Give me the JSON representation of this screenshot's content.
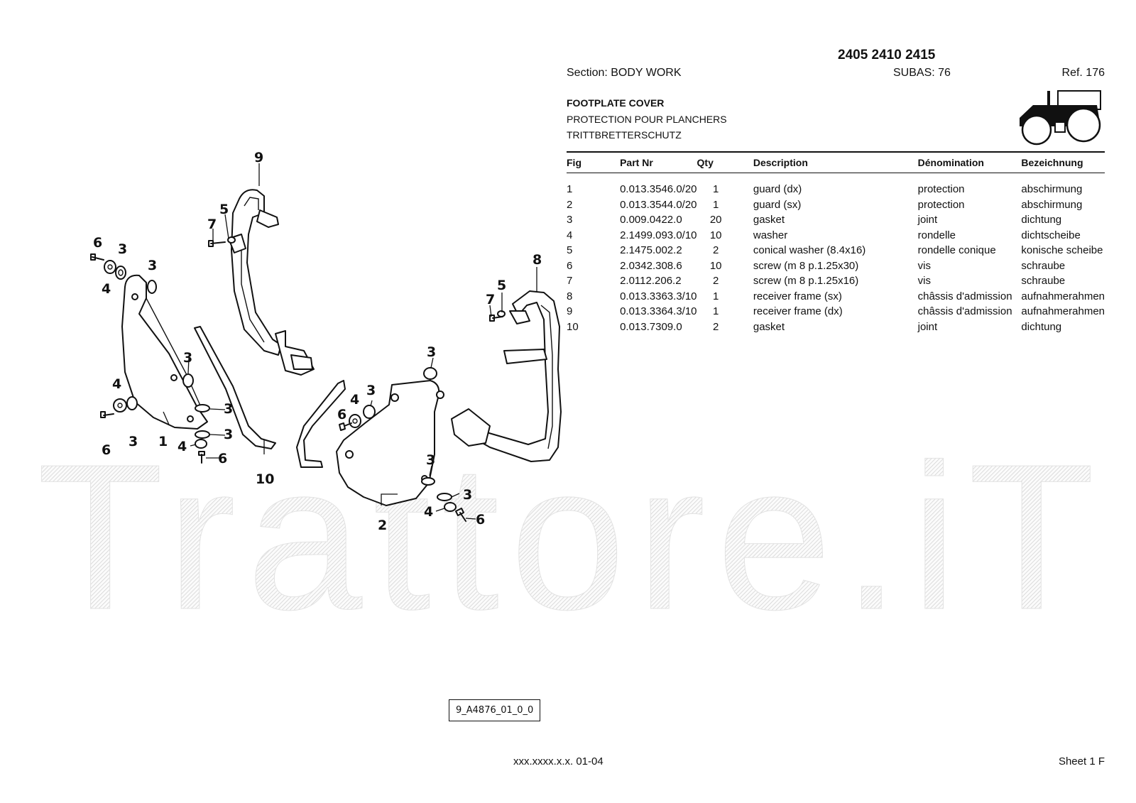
{
  "header": {
    "models": "2405 2410 2415",
    "section": "Section: BODY  WORK",
    "subas": "SUBAS: 76",
    "ref": "Ref. 176"
  },
  "title": {
    "en": "FOOTPLATE COVER",
    "fr": "PROTECTION POUR PLANCHERS",
    "de": "TRITTBRETTERSCHUTZ"
  },
  "table": {
    "headers": [
      "Fig",
      "Part Nr",
      "Qty",
      "Description",
      "Dénomination",
      "Bezeichnung"
    ],
    "rows": [
      [
        "1",
        "0.013.3546.0/20",
        "1",
        "guard (dx)",
        "protection",
        "abschirmung"
      ],
      [
        "2",
        "0.013.3544.0/20",
        "1",
        "guard (sx)",
        "protection",
        "abschirmung"
      ],
      [
        "3",
        "0.009.0422.0",
        "20",
        "gasket",
        "joint",
        "dichtung"
      ],
      [
        "4",
        "2.1499.093.0/10",
        "10",
        "washer",
        "rondelle",
        "dichtscheibe"
      ],
      [
        "5",
        "2.1475.002.2",
        "2",
        "conical washer (8.4x16)",
        "rondelle conique",
        "konische scheibe"
      ],
      [
        "6",
        "2.0342.308.6",
        "10",
        "screw (m 8 p.1.25x30)",
        "vis",
        "schraube"
      ],
      [
        "7",
        "2.0112.206.2",
        "2",
        "screw (m 8 p.1.25x16)",
        "vis",
        "schraube"
      ],
      [
        "8",
        "0.013.3363.3/10",
        "1",
        "receiver frame (sx)",
        "châssis d'admission",
        "aufnahmerahmen"
      ],
      [
        "9",
        "0.013.3364.3/10",
        "1",
        "receiver frame (dx)",
        "châssis d'admission",
        "aufnahmerahmen"
      ],
      [
        "10",
        "0.013.7309.0",
        "2",
        "gasket",
        "joint",
        "dichtung"
      ]
    ]
  },
  "diagram": {
    "watermark": "Trattore.iT",
    "drawing_id": "9_A4876_01_0_0",
    "icon": "tractor-icon",
    "callouts": {
      "c1": "1",
      "c2": "2",
      "c3a": "3",
      "c3b": "3",
      "c3c": "3",
      "c3d": "3",
      "c3e": "3",
      "c3f": "3",
      "c3g": "3",
      "c3h": "3",
      "c3i": "3",
      "c3j": "3",
      "c4a": "4",
      "c4b": "4",
      "c4c": "4",
      "c4d": "4",
      "c4e": "4",
      "c5a": "5",
      "c5b": "5",
      "c6a": "6",
      "c6b": "6",
      "c6c": "6",
      "c6d": "6",
      "c6e": "6",
      "c7a": "7",
      "c7b": "7",
      "c8": "8",
      "c9": "9",
      "c10": "10"
    }
  },
  "footer": {
    "doc_code": "xxx.xxxx.x.x.  01-04",
    "sheet": "Sheet 1 F"
  }
}
